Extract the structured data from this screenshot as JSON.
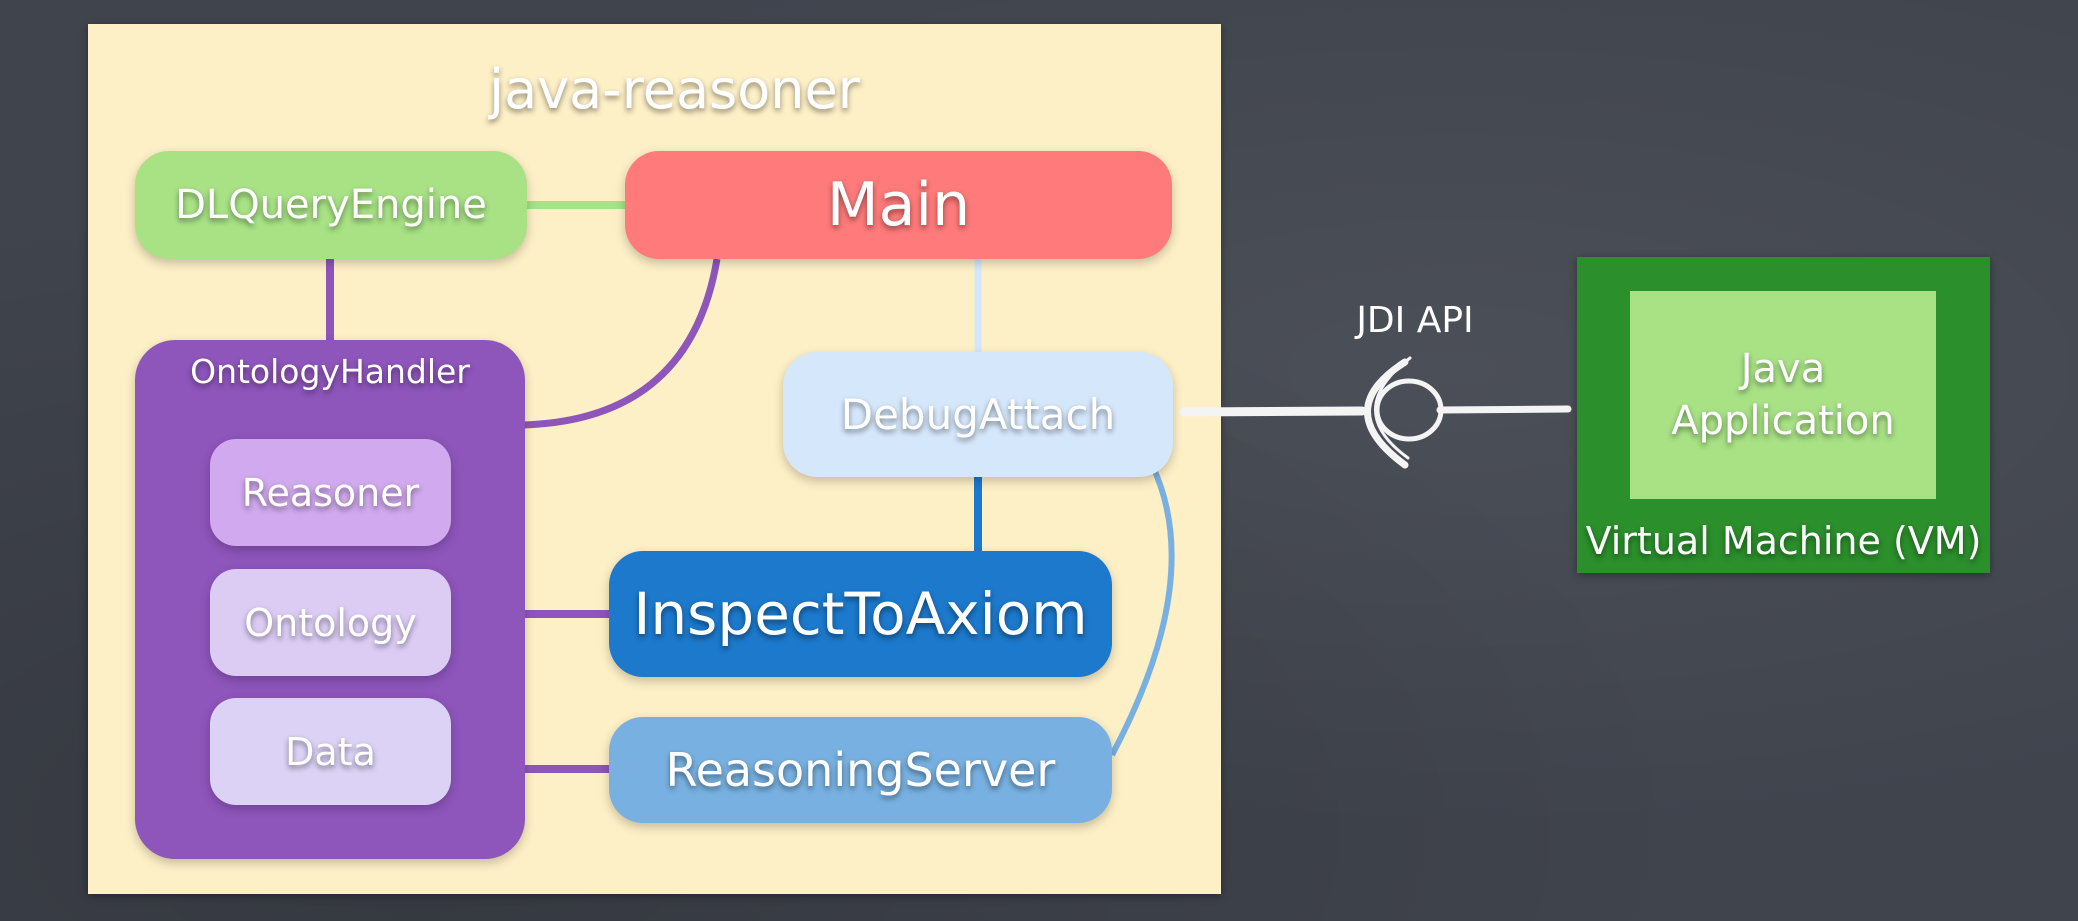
{
  "diagram": {
    "title": "java-reasoner",
    "components": {
      "dlquery_engine": "DLQueryEngine",
      "main": "Main",
      "ontology_handler": "OntologyHandler",
      "reasoner": "Reasoner",
      "ontology": "Ontology",
      "data": "Data",
      "debug_attach": "DebugAttach",
      "inspect_to_axiom": "InspectToAxiom",
      "reasoning_server": "ReasoningServer"
    },
    "interface_label": "JDI API",
    "vm": {
      "app_line1": "Java",
      "app_line2": "Application",
      "label": "Virtual Machine (VM)"
    },
    "colors": {
      "background": "#40444d",
      "panel": "#fdefc6",
      "dlquery_engine": "#a8e285",
      "main": "#ff7a7a",
      "ontology_handler": "#8e55bb",
      "reasoner": "#d1a9ee",
      "ontology": "#dcccf4",
      "data": "#dcd2f5",
      "debug_attach": "#d5e7fa",
      "inspect_to_axiom": "#1c79cc",
      "reasoning_server": "#78b1e1",
      "vm_outer": "#2b8f2b",
      "vm_inner": "#a8e285"
    },
    "connections": [
      {
        "from": "DLQueryEngine",
        "to": "Main"
      },
      {
        "from": "DLQueryEngine",
        "to": "OntologyHandler"
      },
      {
        "from": "Main",
        "to": "OntologyHandler"
      },
      {
        "from": "Main",
        "to": "DebugAttach"
      },
      {
        "from": "DebugAttach",
        "to": "InspectToAxiom"
      },
      {
        "from": "DebugAttach",
        "to": "ReasoningServer"
      },
      {
        "from": "OntologyHandler",
        "to": "InspectToAxiom"
      },
      {
        "from": "OntologyHandler",
        "to": "ReasoningServer"
      },
      {
        "from": "DebugAttach",
        "to": "Virtual Machine (VM)",
        "via": "JDI API"
      }
    ]
  }
}
